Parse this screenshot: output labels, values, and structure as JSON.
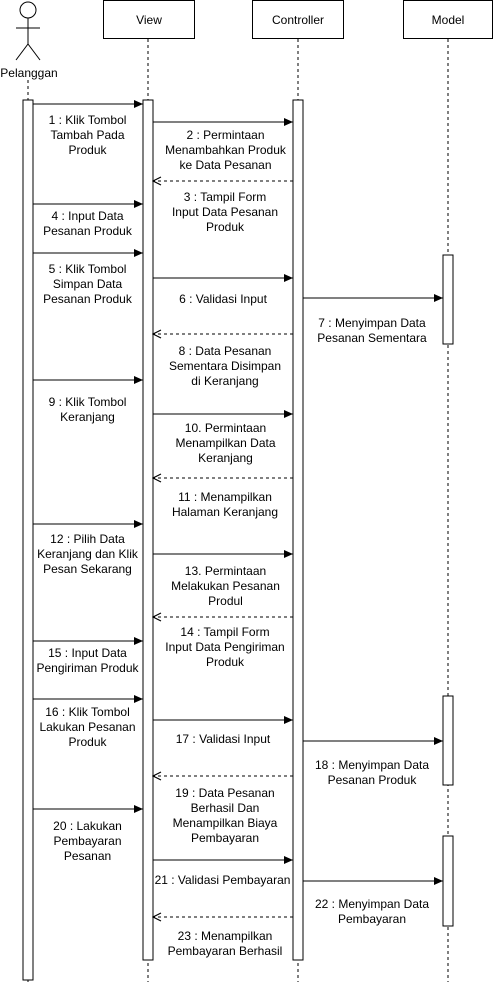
{
  "actor": {
    "name": "Pelanggan"
  },
  "lifelines": {
    "view": "View",
    "controller": "Controller",
    "model": "Model"
  },
  "messages": [
    {
      "n": "1",
      "text": "1 : Klik Tombol\nTambah Pada\nProduk",
      "from": "actor",
      "to": "view",
      "kind": "call"
    },
    {
      "n": "2",
      "text": "2 : Permintaan\nMenambahkan Produk\nke Data Pesanan",
      "from": "view",
      "to": "controller",
      "kind": "call"
    },
    {
      "n": "3",
      "text": "3 : Tampil Form\nInput Data Pesanan\nProduk",
      "from": "controller",
      "to": "view",
      "kind": "return"
    },
    {
      "n": "4",
      "text": "4 : Input Data\nPesanan Produk",
      "from": "actor",
      "to": "view",
      "kind": "call"
    },
    {
      "n": "5",
      "text": "5 : Klik Tombol\nSimpan Data\nPesanan Produk",
      "from": "actor",
      "to": "view",
      "kind": "call"
    },
    {
      "n": "5b",
      "text": "",
      "from": "view",
      "to": "controller",
      "kind": "call"
    },
    {
      "n": "6",
      "text": "6 : Validasi Input",
      "from": "controller",
      "to": "model",
      "kind": "call"
    },
    {
      "n": "7",
      "text": "7 : Menyimpan Data\nPesanan Sementara",
      "from": "model",
      "to": "model",
      "kind": "note"
    },
    {
      "n": "8",
      "text": "8 : Data Pesanan\nSementara Disimpan\ndi Keranjang",
      "from": "controller",
      "to": "view",
      "kind": "return"
    },
    {
      "n": "9",
      "text": "9 : Klik Tombol\nKeranjang",
      "from": "actor",
      "to": "view",
      "kind": "call"
    },
    {
      "n": "10",
      "text": "10. Permintaan\nMenampilkan Data\nKeranjang",
      "from": "view",
      "to": "controller",
      "kind": "call"
    },
    {
      "n": "11",
      "text": "11 : Menampilkan\nHalaman Keranjang",
      "from": "controller",
      "to": "view",
      "kind": "return"
    },
    {
      "n": "12",
      "text": "12 : Pilih Data\nKeranjang dan Klik\nPesan Sekarang",
      "from": "actor",
      "to": "view",
      "kind": "call"
    },
    {
      "n": "13",
      "text": "13. Permintaan\nMelakukan Pesanan\nProdul",
      "from": "view",
      "to": "controller",
      "kind": "call"
    },
    {
      "n": "14",
      "text": "14 : Tampil Form\nInput Data Pengiriman\nProduk",
      "from": "controller",
      "to": "view",
      "kind": "return"
    },
    {
      "n": "15",
      "text": "15 : Input Data\nPengiriman Produk",
      "from": "actor",
      "to": "view",
      "kind": "call"
    },
    {
      "n": "16",
      "text": "16 : Klik Tombol\nLakukan Pesanan\nProduk",
      "from": "actor",
      "to": "view",
      "kind": "call"
    },
    {
      "n": "16b",
      "text": "",
      "from": "view",
      "to": "controller",
      "kind": "call"
    },
    {
      "n": "17",
      "text": "17 : Validasi Input",
      "from": "controller",
      "to": "model",
      "kind": "call"
    },
    {
      "n": "18",
      "text": "18 : Menyimpan Data\nPesanan Produk",
      "from": "model",
      "to": "model",
      "kind": "note"
    },
    {
      "n": "19",
      "text": "19 : Data Pesanan\nBerhasil Dan\nMenampilkan Biaya\nPembayaran",
      "from": "controller",
      "to": "view",
      "kind": "return"
    },
    {
      "n": "20",
      "text": "20 : Lakukan\nPembayaran\nPesanan",
      "from": "actor",
      "to": "view",
      "kind": "call"
    },
    {
      "n": "21",
      "text": "21 : Validasi Pembayaran",
      "from": "view",
      "to": "controller",
      "kind": "call"
    },
    {
      "n": "21b",
      "text": "",
      "from": "controller",
      "to": "model",
      "kind": "call"
    },
    {
      "n": "22",
      "text": "22 : Menyimpan Data\nPembayaran",
      "from": "model",
      "to": "model",
      "kind": "note"
    },
    {
      "n": "23",
      "text": "23 : Menampilkan\nPembayaran Berhasil",
      "from": "controller",
      "to": "view",
      "kind": "return"
    }
  ]
}
